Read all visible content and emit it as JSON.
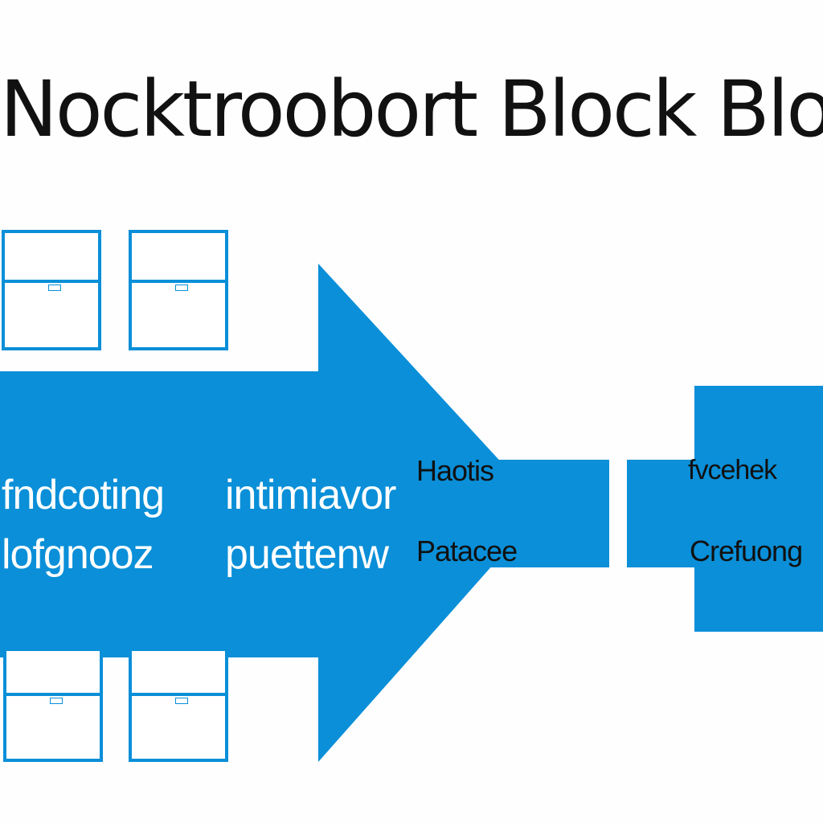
{
  "colors": {
    "accent": "#0a8fd8",
    "text": "#111111",
    "background": "#fefefe"
  },
  "title": "Nocktroobort Block Blodk",
  "arrow": {
    "line1_left": "fndcoting",
    "line1_right": "intimiavor",
    "line2_left": "lofgnooz",
    "line2_right": "puettenw"
  },
  "middle_box": {
    "label_top": "Haotis",
    "label_bottom": "Patacee"
  },
  "right_box": {
    "label_top": "fvcehek",
    "label_bottom": "Crefuong"
  },
  "icons": {
    "top_left": "window-icon",
    "top_right": "window-icon",
    "bottom_left": "window-icon",
    "bottom_right": "window-icon"
  }
}
